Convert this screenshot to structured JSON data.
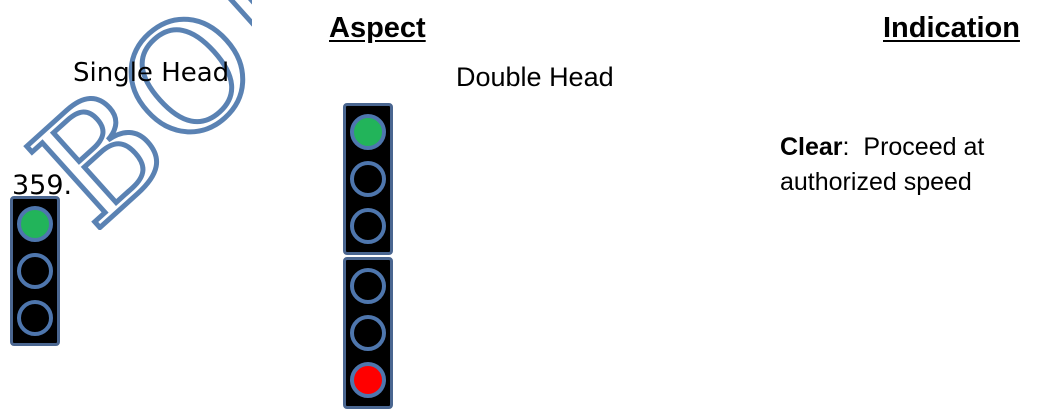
{
  "watermark": "BOD",
  "headings": {
    "aspect": "Aspect",
    "indication": "Indication"
  },
  "aspect": {
    "single_head_label": "Single Head",
    "double_head_label": "Double Head",
    "rule_number": "359.",
    "single_head_lamps": [
      "green",
      "dark",
      "dark"
    ],
    "double_head_upper_lamps": [
      "green",
      "dark",
      "dark"
    ],
    "double_head_lower_lamps": [
      "dark",
      "dark",
      "red"
    ]
  },
  "indication": {
    "name": "Clear",
    "separator": ":  ",
    "description_line1": "Proceed at",
    "description_line2": "authorized speed"
  },
  "colors": {
    "green": "#22b45a",
    "red": "#ff0000",
    "dark": "#000000",
    "lamp_rim": "#4e76ad",
    "signal_frame": "#4a6690",
    "watermark": "#5a82b3"
  }
}
